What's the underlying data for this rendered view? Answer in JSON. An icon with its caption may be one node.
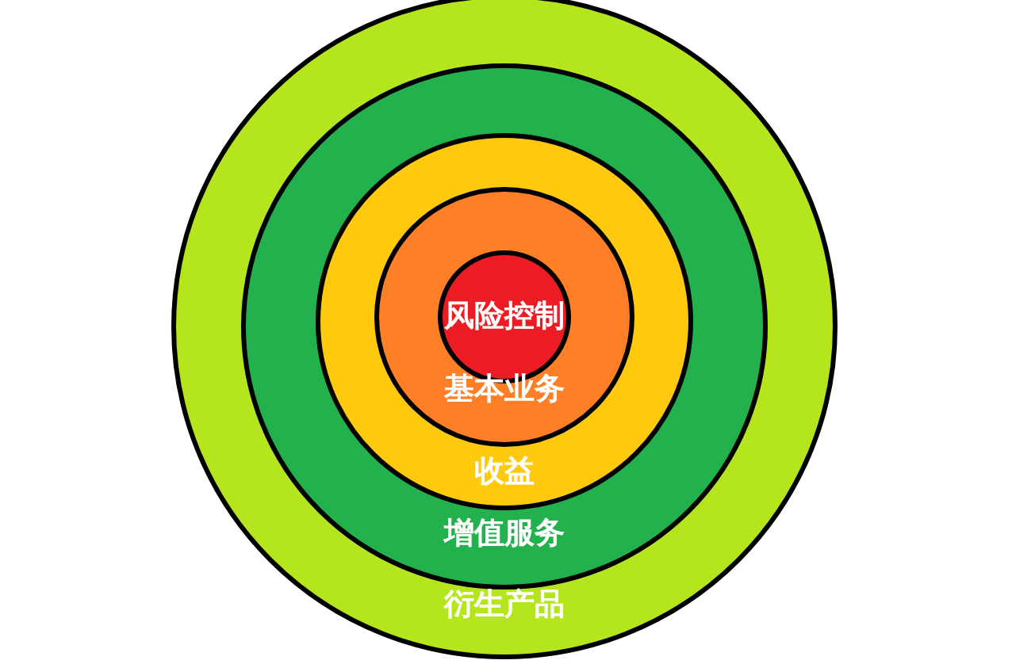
{
  "diagram": {
    "nodes": [
      {
        "text": [
          "衍生产品"
        ]
      },
      {
        "text": [
          "增值服务"
        ],
        "in": 0
      },
      {
        "text": [
          "收益"
        ],
        "in": 1
      },
      {
        "text": [
          "基本业务"
        ],
        "in": 2
      },
      {
        "text": [
          "风险控制"
        ],
        "in": 3
      }
    ]
  }
}
